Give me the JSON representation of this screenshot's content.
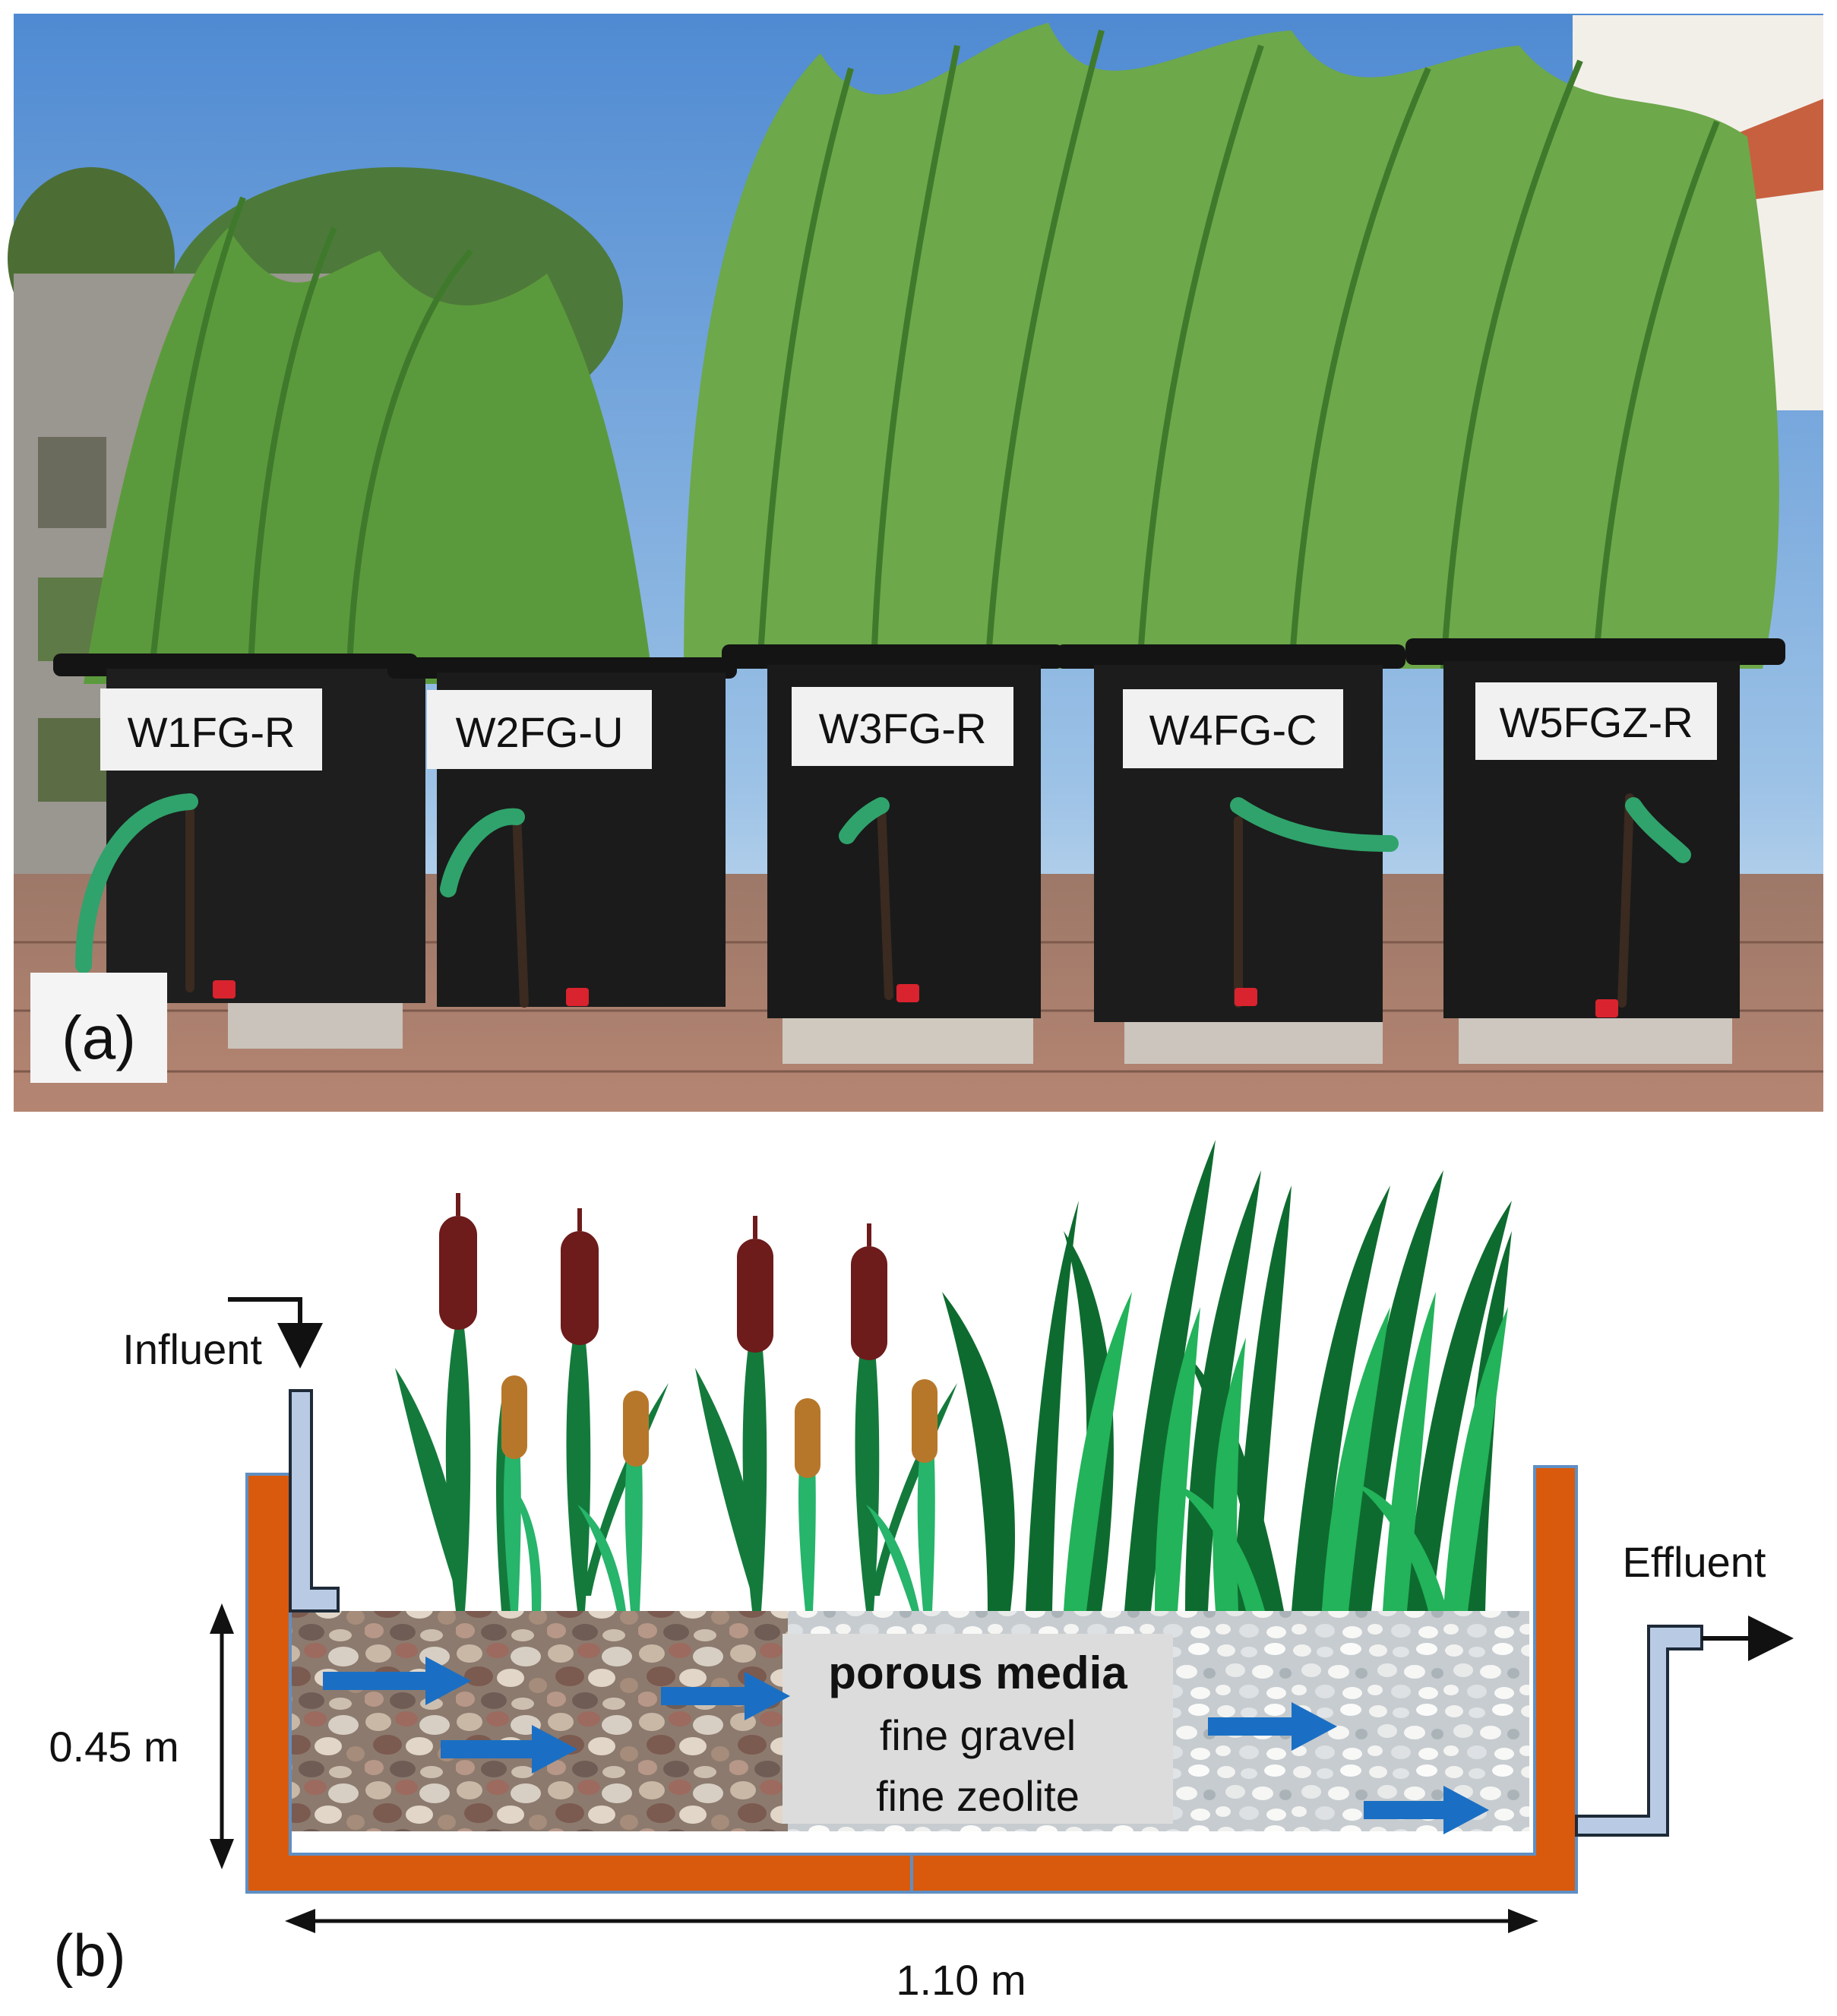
{
  "panel_a": {
    "label": "(a)",
    "tank_labels": [
      "W1FG-R",
      "W2FG-U",
      "W3FG-R",
      "W4FG-C",
      "W5FGZ-R"
    ],
    "colors": {
      "sky_top": "#5a93d6",
      "sky_bottom": "#d9e8f4",
      "reed_green": "#4f8f3a",
      "tank_black": "#1b1b1b",
      "hose_green": "#2fa36b",
      "valve_red": "#d9232e",
      "pavement": "#a87763"
    }
  },
  "panel_b": {
    "label": "(b)",
    "influent_label": "Influent",
    "effluent_label": "Effluent",
    "height_label": "0.45 m",
    "length_label": "1.10 m",
    "media_box": {
      "title": "porous media",
      "line1": "fine gravel",
      "line2": "fine zeolite"
    },
    "colors": {
      "tank_wall": "#d95a0c",
      "pipe_fill": "#b9cbe4",
      "flow_arrow": "#1a6fc4",
      "cattail_head": "#6e1b1b",
      "cattail_head_young": "#b7772a",
      "leaf_dark": "#137a3c",
      "leaf_light": "#27b46b",
      "reed_dark": "#0e6b2f",
      "reed_light": "#23b35a",
      "media_box_fill": "#dcdcdc"
    }
  }
}
